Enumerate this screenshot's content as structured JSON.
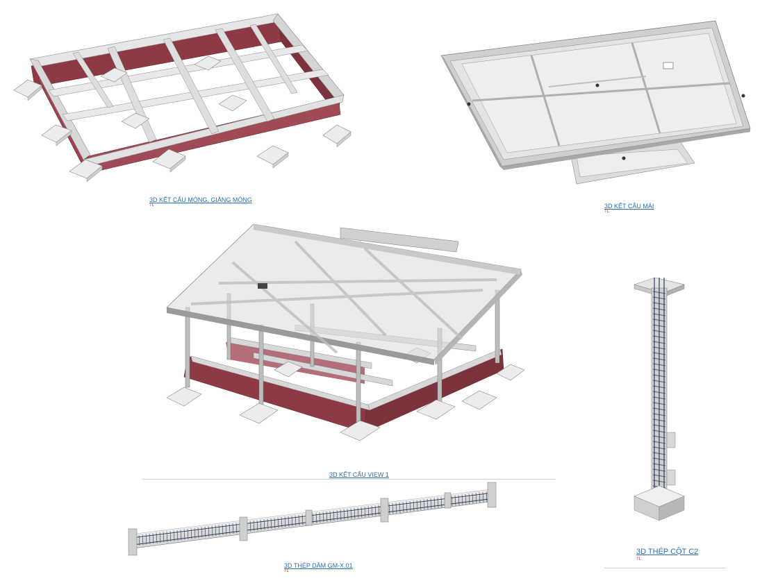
{
  "views": [
    {
      "id": "foundation",
      "title": "3D KẾT CẤU MÓNG, GIẰNG MÓNG",
      "scale": "TL"
    },
    {
      "id": "roof",
      "title": "3D KẾT CẤU MÁI",
      "scale": "TL"
    },
    {
      "id": "structure",
      "title": "3D KẾT CẤU VIEW 1",
      "scale": ""
    },
    {
      "id": "beam_rebar",
      "title": "3D THÉP DẦM GM-X.01",
      "scale": "TL"
    },
    {
      "id": "column_rebar",
      "title": "3D THÉP CỘT C2",
      "scale": "TL"
    }
  ],
  "colors": {
    "concrete_light": "#e6e6e6",
    "concrete_mid": "#c9c9c9",
    "concrete_dark": "#9a9a9a",
    "brick": "#8e3a44",
    "brick_light": "#a8505a",
    "glass": "#dcdde0",
    "rebar": "#2b3a55",
    "link": "#2a6db0",
    "scale_text": "#c0392b"
  }
}
